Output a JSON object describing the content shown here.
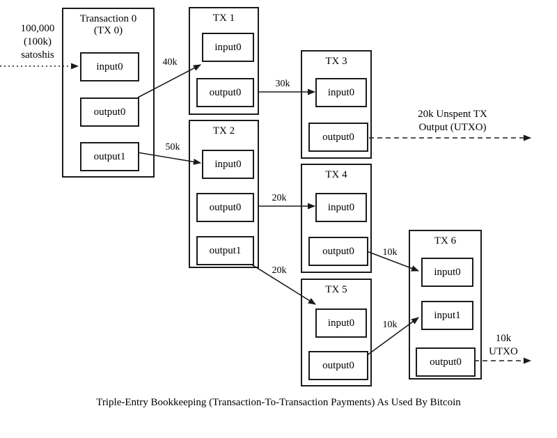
{
  "diagram": {
    "caption": "Triple-Entry Bookkeeping (Transaction-To-Transaction Payments) As Used By Bitcoin",
    "stroke_color": "#1a1a1a",
    "background_color": "#ffffff",
    "text_color": "#000000"
  },
  "source_note": {
    "text": "100,000\n(100k)\nsatoshis"
  },
  "transactions": [
    {
      "id": "tx0",
      "title": "Transaction 0\n(TX 0)",
      "slots": [
        {
          "name": "input0",
          "label": "input0",
          "kind": "input"
        },
        {
          "name": "output0",
          "label": "output0",
          "kind": "output"
        },
        {
          "name": "output1",
          "label": "output1",
          "kind": "output"
        }
      ]
    },
    {
      "id": "tx1",
      "title": "TX 1",
      "slots": [
        {
          "name": "input0",
          "label": "input0",
          "kind": "input"
        },
        {
          "name": "output0",
          "label": "output0",
          "kind": "output"
        }
      ]
    },
    {
      "id": "tx2",
      "title": "TX 2",
      "slots": [
        {
          "name": "input0",
          "label": "input0",
          "kind": "input"
        },
        {
          "name": "output0",
          "label": "output0",
          "kind": "output"
        },
        {
          "name": "output1",
          "label": "output1",
          "kind": "output"
        }
      ]
    },
    {
      "id": "tx3",
      "title": "TX 3",
      "slots": [
        {
          "name": "input0",
          "label": "input0",
          "kind": "input"
        },
        {
          "name": "output0",
          "label": "output0",
          "kind": "output"
        }
      ]
    },
    {
      "id": "tx4",
      "title": "TX 4",
      "slots": [
        {
          "name": "input0",
          "label": "input0",
          "kind": "input"
        },
        {
          "name": "output0",
          "label": "output0",
          "kind": "output"
        }
      ]
    },
    {
      "id": "tx5",
      "title": "TX 5",
      "slots": [
        {
          "name": "input0",
          "label": "input0",
          "kind": "input"
        },
        {
          "name": "output0",
          "label": "output0",
          "kind": "output"
        }
      ]
    },
    {
      "id": "tx6",
      "title": "TX 6",
      "slots": [
        {
          "name": "input0",
          "label": "input0",
          "kind": "input"
        },
        {
          "name": "input1",
          "label": "input1",
          "kind": "input"
        },
        {
          "name": "output0",
          "label": "output0",
          "kind": "output"
        }
      ]
    }
  ],
  "edges": [
    {
      "name": "source-to-tx0",
      "label": "",
      "style": "dotted",
      "from": "external",
      "to": "tx0.input0"
    },
    {
      "name": "tx0-output0-to-tx1-input0",
      "label": "40k",
      "style": "solid",
      "from": "tx0.output0",
      "to": "tx1.input0"
    },
    {
      "name": "tx0-output1-to-tx2-input0",
      "label": "50k",
      "style": "solid",
      "from": "tx0.output1",
      "to": "tx2.input0"
    },
    {
      "name": "tx1-output0-to-tx3-input0",
      "label": "30k",
      "style": "solid",
      "from": "tx1.output0",
      "to": "tx3.input0"
    },
    {
      "name": "tx2-output0-to-tx4-input0",
      "label": "20k",
      "style": "solid",
      "from": "tx2.output0",
      "to": "tx4.input0"
    },
    {
      "name": "tx2-output1-to-tx5-input0",
      "label": "20k",
      "style": "solid",
      "from": "tx2.output1",
      "to": "tx5.input0"
    },
    {
      "name": "tx4-output0-to-tx6-input0",
      "label": "10k",
      "style": "solid",
      "from": "tx4.output0",
      "to": "tx6.input0"
    },
    {
      "name": "tx5-output0-to-tx6-input1",
      "label": "10k",
      "style": "solid",
      "from": "tx5.output0",
      "to": "tx6.input1"
    },
    {
      "name": "tx3-output0-utxo",
      "label": "20k Unspent TX\nOutput (UTXO)",
      "style": "dashed",
      "from": "tx3.output0",
      "to": "external"
    },
    {
      "name": "tx6-output0-utxo",
      "label": "10k\nUTXO",
      "style": "dashed",
      "from": "tx6.output0",
      "to": "external"
    }
  ]
}
